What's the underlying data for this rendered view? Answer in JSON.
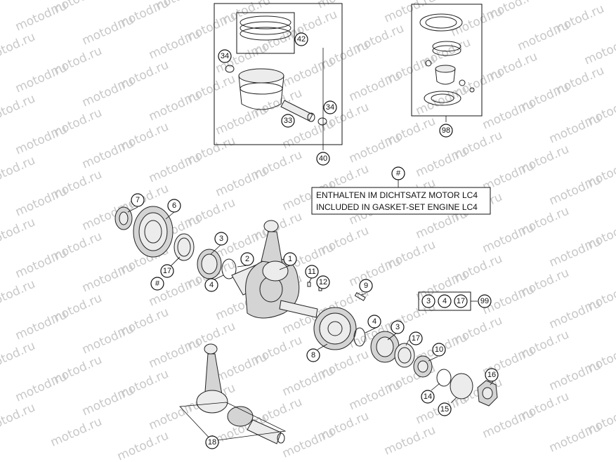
{
  "watermark": "motod.ru",
  "note": {
    "hash_label": "#",
    "line1": "ENTHALTEN IM DICHTSATZ MOTOR LC4",
    "line2": "INCLUDED IN GASKET-SET ENGINE LC4"
  },
  "kit_box": {
    "items": [
      "3",
      "4",
      "17"
    ],
    "kit_number": "99"
  },
  "callouts": {
    "c42": "42",
    "c34a": "34",
    "c34b": "34",
    "c33": "33",
    "c40": "40",
    "c98": "98",
    "c7": "7",
    "c6": "6",
    "c3a": "3",
    "c2": "2",
    "c1": "1",
    "c17a": "17",
    "c4a": "4",
    "hash2": "#",
    "c11": "11",
    "c12": "12",
    "c9": "9",
    "c4b": "4",
    "c3b": "3",
    "c17b": "17",
    "c8": "8",
    "c10": "10",
    "c16": "16",
    "c14": "14",
    "c15": "15",
    "c18": "18"
  }
}
